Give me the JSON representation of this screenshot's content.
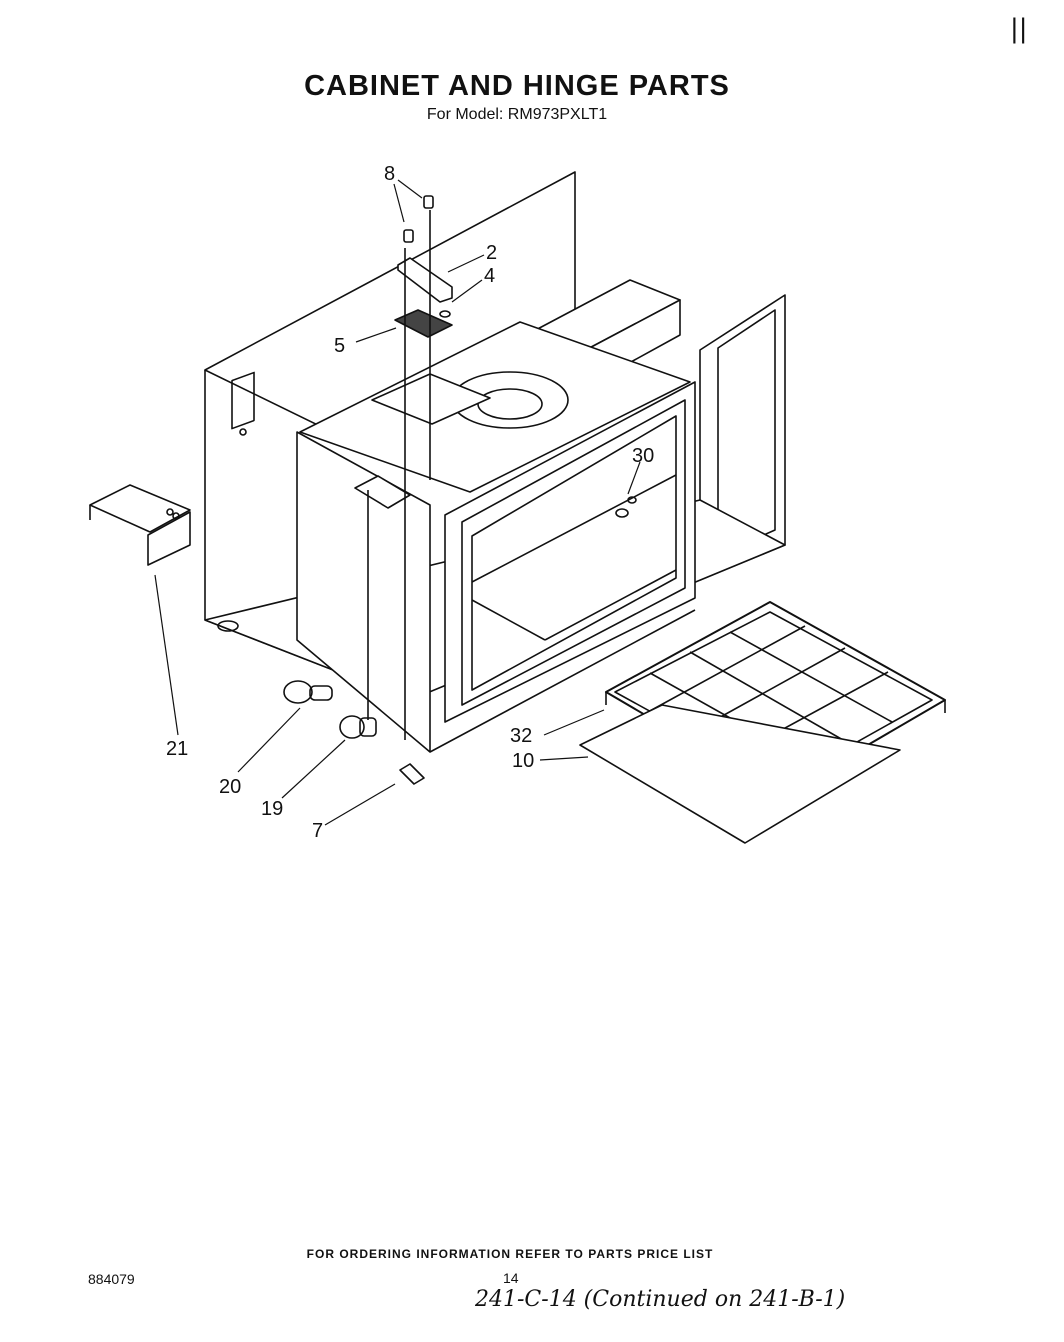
{
  "page": {
    "corner_mark": "||",
    "title": "CABINET AND HINGE PARTS",
    "subtitle": "For Model: RM973PXLT1",
    "footer_note": "FOR ORDERING INFORMATION REFER TO PARTS PRICE LIST",
    "doc_number": "884079",
    "page_number": "14",
    "handwritten_note": "241-C-14    (Continued on 241-B-1)"
  },
  "diagram": {
    "callouts": [
      "8",
      "2",
      "4",
      "5",
      "30",
      "21",
      "20",
      "19",
      "7",
      "32",
      "10"
    ]
  }
}
